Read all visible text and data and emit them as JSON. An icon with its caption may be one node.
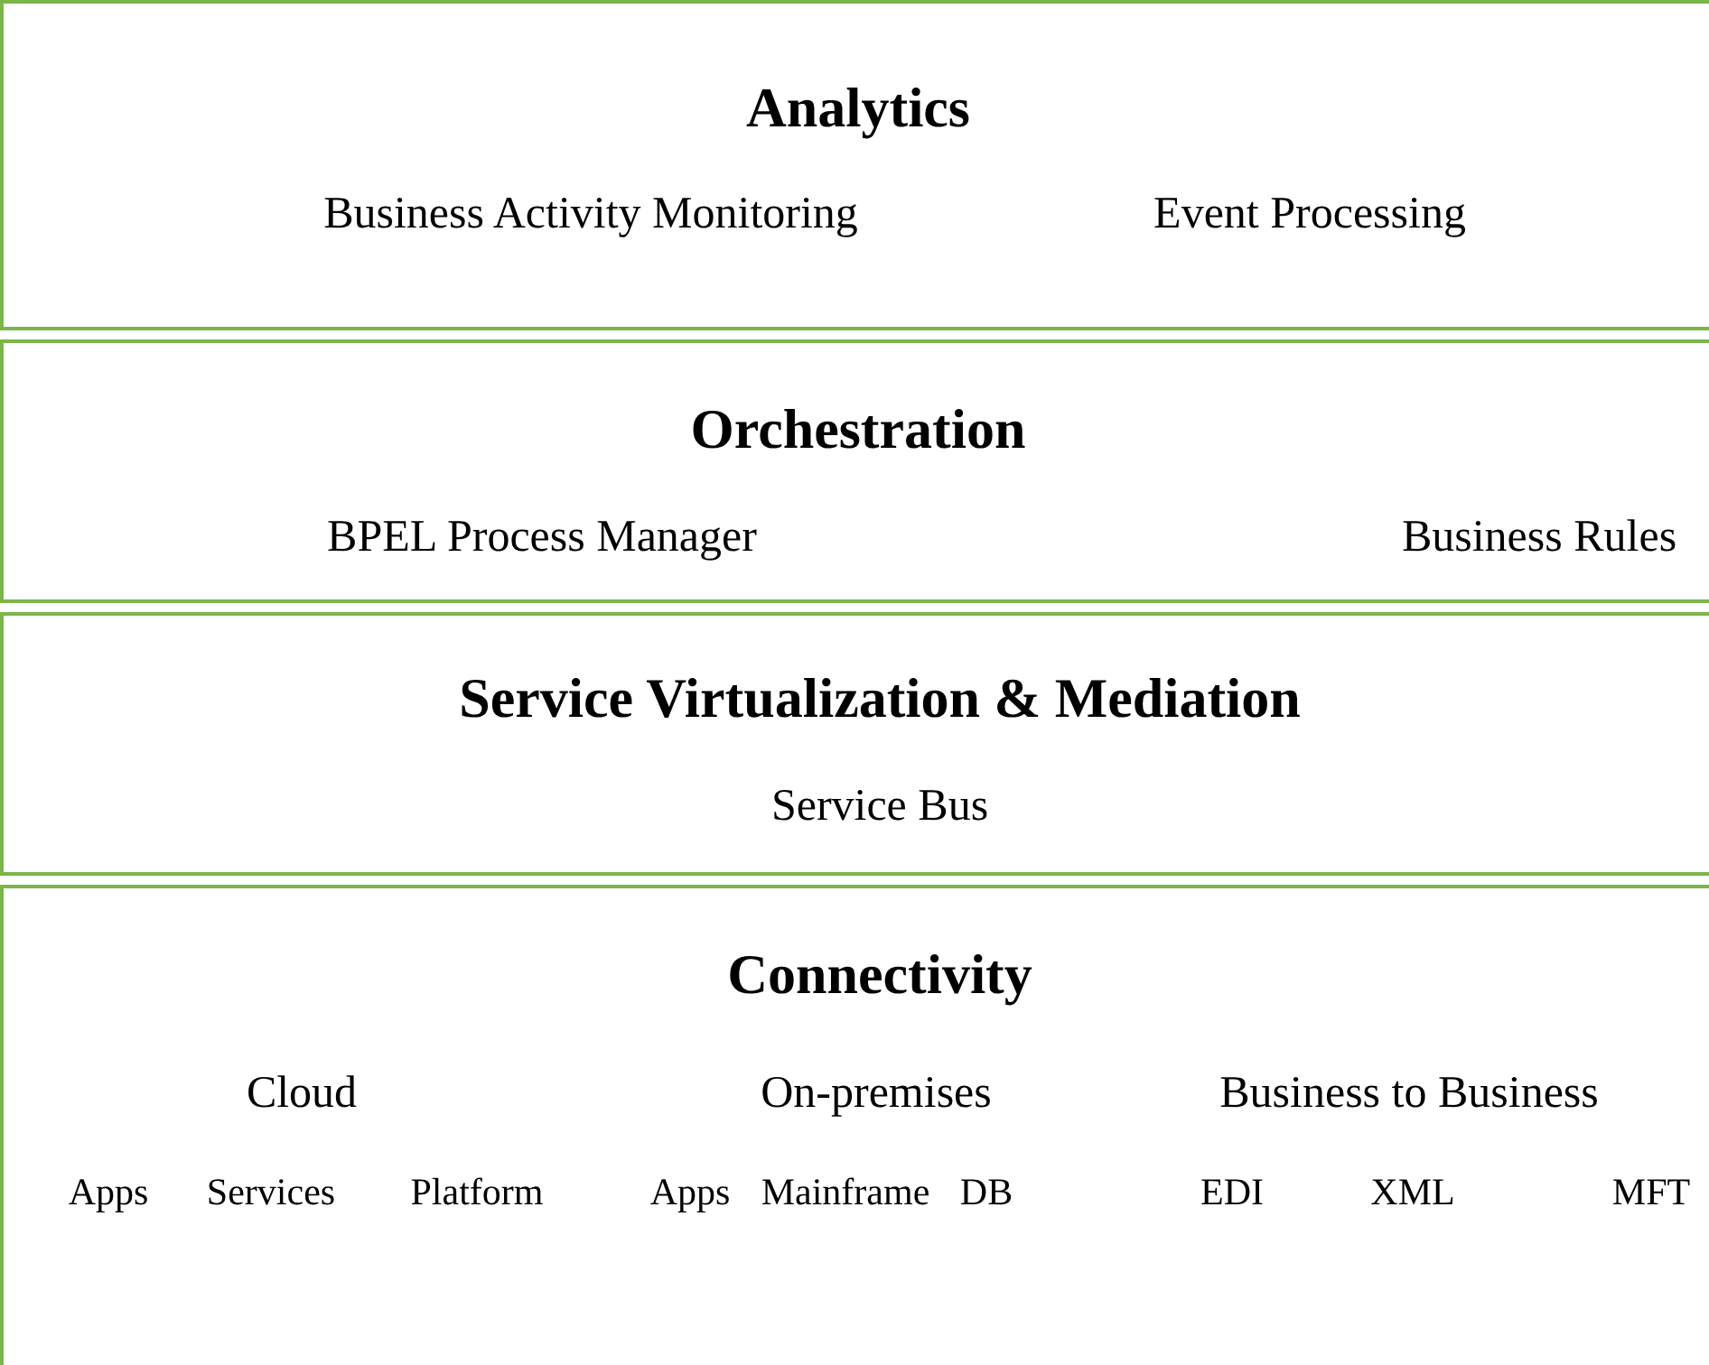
{
  "diagram": {
    "nodes": [
      {
        "text": [
          "Analytics",
          "Business Activity Monitoring",
          "Event Processing"
        ]
      },
      {
        "text": [
          "Orchestration",
          "BPEL Process Manager",
          "Business Rules"
        ]
      },
      {
        "text": [
          "Service Virtualization & Mediation",
          "Service Bus"
        ]
      },
      {
        "text": [
          "Connectivity",
          "Cloud",
          "On-premises",
          "Business to Business",
          "Apps",
          "Services",
          "Platform",
          "Apps",
          "Mainframe",
          "DB",
          "EDI",
          "XML",
          "MFT"
        ]
      }
    ],
    "edges": []
  }
}
